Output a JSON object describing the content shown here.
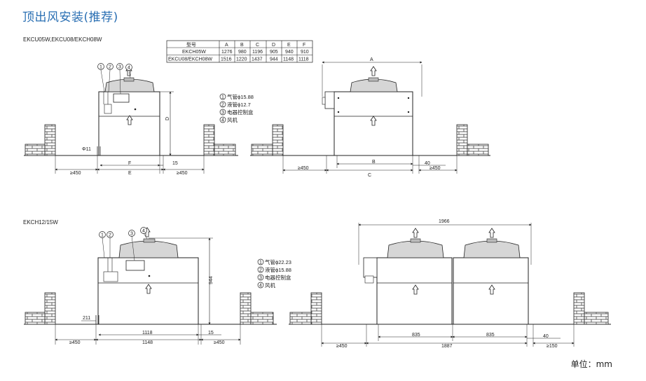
{
  "title": "顶出风安装(推荐)",
  "units": "单位：mm",
  "section1": {
    "models": "EKCU05W,EKCU08/EKCH08W",
    "table": {
      "headers": [
        "型号",
        "A",
        "B",
        "C",
        "D",
        "E",
        "F"
      ],
      "rows": [
        [
          "EKCH05W",
          "1276",
          "980",
          "1196",
          "905",
          "940",
          "910"
        ],
        [
          "EKCU08/EKCH08W",
          "1516",
          "1220",
          "1437",
          "944",
          "1148",
          "1118"
        ]
      ]
    },
    "legend": [
      "气管ϕ15.88",
      "液管ϕ12.7",
      "电器控制盒",
      "风机"
    ],
    "front": {
      "pipe_dia": "Φ11",
      "dim_D": "D",
      "dim_F": "F",
      "dim_E": "E",
      "dim_15": "15",
      "clear_left": "≥450",
      "clear_right": "≥450"
    },
    "side": {
      "dim_A": "A",
      "dim_B": "B",
      "dim_C": "C",
      "dim_40": "40",
      "clear_left": "≥450",
      "clear_right": "≥450"
    }
  },
  "section2": {
    "models": "EKCH12/15W",
    "legend": [
      "气管ϕ22.23",
      "液管ϕ15.88",
      "电器控制盒",
      "风机"
    ],
    "front": {
      "pipe_dim": "211",
      "height": "944",
      "w1": "1118",
      "w2": "1148",
      "dim_15": "15",
      "clear_left": "≥450",
      "clear_right": "≥450"
    },
    "side": {
      "top": "1966",
      "seg1": "835",
      "seg2": "835",
      "bottom": "1887",
      "dim_40": "40",
      "clear_left": "≥450",
      "clear_right": "≥150"
    }
  },
  "callout_numbers": [
    "1",
    "2",
    "3",
    "4"
  ]
}
